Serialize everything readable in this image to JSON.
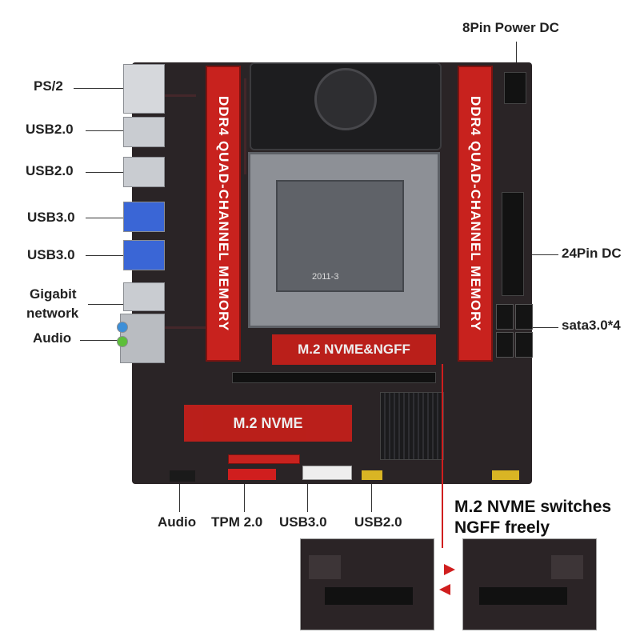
{
  "labels": {
    "ps2": "PS/2",
    "usb20_a": "USB2.0",
    "usb20_b": "USB2.0",
    "usb30_a": "USB3.0",
    "usb30_b": "USB3.0",
    "gigabit_line1": "Gigabit",
    "gigabit_line2": "network",
    "audio_left": "Audio",
    "power_8pin": "8Pin Power DC",
    "power_24pin": "24Pin DC",
    "sata": "sata3.0*4",
    "bottom_audio": "Audio",
    "tpm": "TPM 2.0",
    "bottom_usb30": "USB3.0",
    "bottom_usb20": "USB2.0"
  },
  "board": {
    "dimm_left": "DDR4 QUAD-CHANNEL MEMORY",
    "dimm_right": "DDR4 QUAD-CHANNEL MEMORY",
    "m2_top": "M.2 NVME&NGFF",
    "m2_bottom": "M.2 NVME",
    "socket_text": "2011-3"
  },
  "caption": {
    "line1": "M.2 NVME switches",
    "line2": "NGFF freely"
  },
  "colors": {
    "accent_red": "#c71f1a",
    "board": "#2a2426",
    "usb3_blue": "#3a66d6"
  }
}
